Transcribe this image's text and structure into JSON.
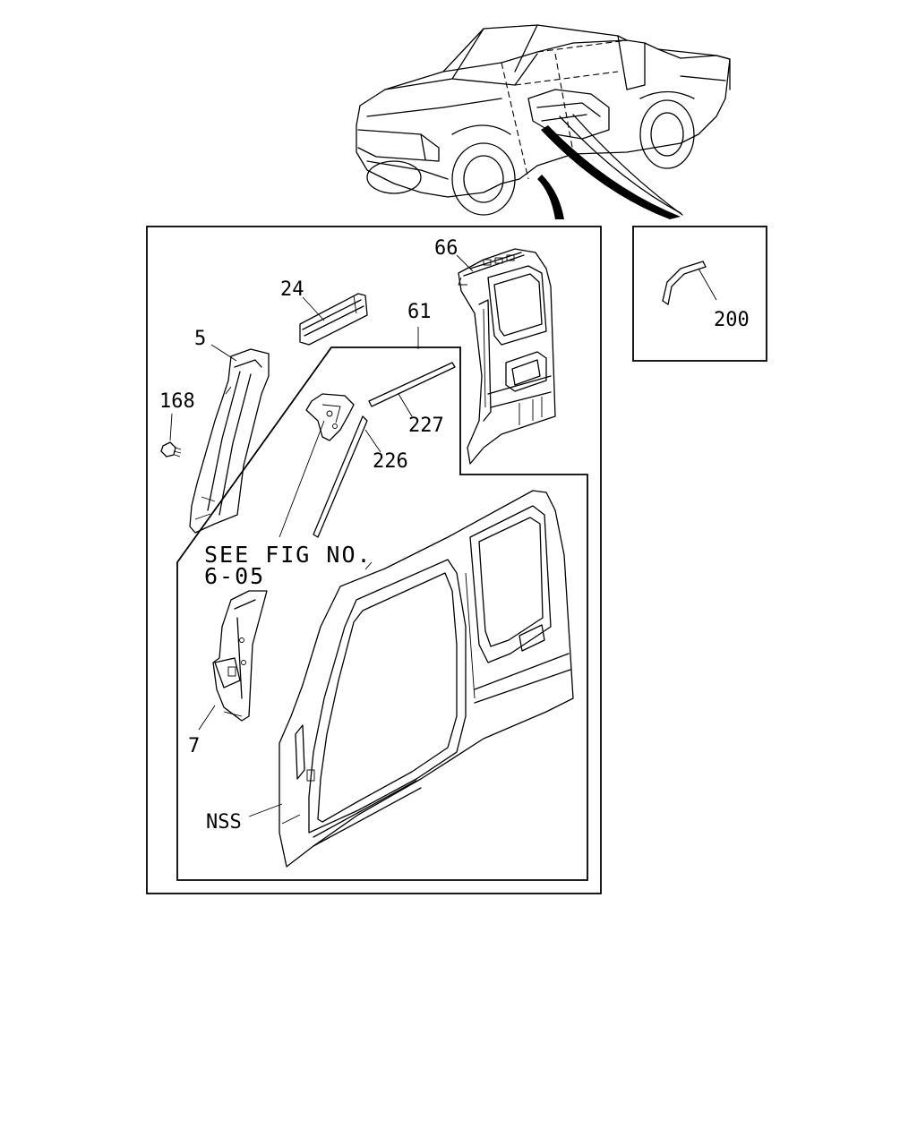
{
  "callouts": {
    "p66": "66",
    "p24": "24",
    "p61": "61",
    "p5": "5",
    "p168": "168",
    "p227": "227",
    "p226": "226",
    "p7": "7",
    "pNSS": "NSS",
    "p200": "200"
  },
  "reference_note": {
    "line1": "SEE FIG NO.",
    "line2": "6-05"
  }
}
